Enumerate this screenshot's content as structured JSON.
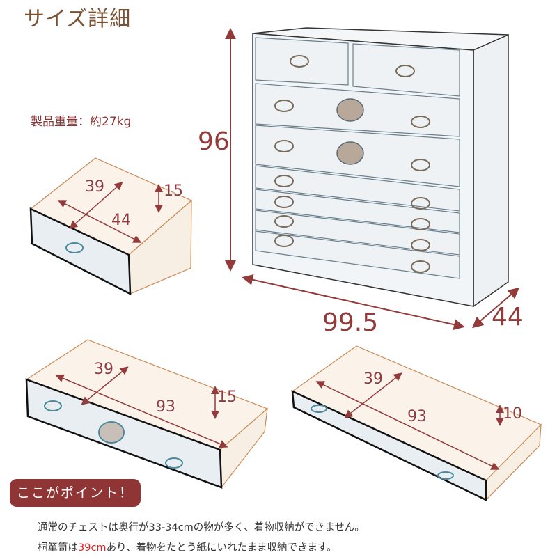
{
  "header": {
    "title": "サイズ詳細"
  },
  "product": {
    "weight_label": "製品重量：約27kg"
  },
  "chest": {
    "height": "96",
    "width": "99.5",
    "depth": "44"
  },
  "drawers": [
    {
      "name": "small-drawer",
      "depth": "39",
      "width": "44",
      "height": "15"
    },
    {
      "name": "large-drawer",
      "depth": "39",
      "width": "93",
      "height": "15"
    },
    {
      "name": "tray-drawer",
      "depth": "39",
      "width": "93",
      "height": "10"
    }
  ],
  "point": {
    "badge": "ここがポイント！",
    "line1": "通常のチェストは奥行が33-34cmの物が多く、着物収納ができません。",
    "line2_pre": "桐箪笥は",
    "line2_highlight": "39cm",
    "line2_post": "あり、着物をたとう紙にいれたまま収納できます。"
  },
  "colors": {
    "accent": "#933a3a",
    "title": "#7a5233",
    "highlight": "#e02020",
    "badge_bg": "#8f3535"
  }
}
